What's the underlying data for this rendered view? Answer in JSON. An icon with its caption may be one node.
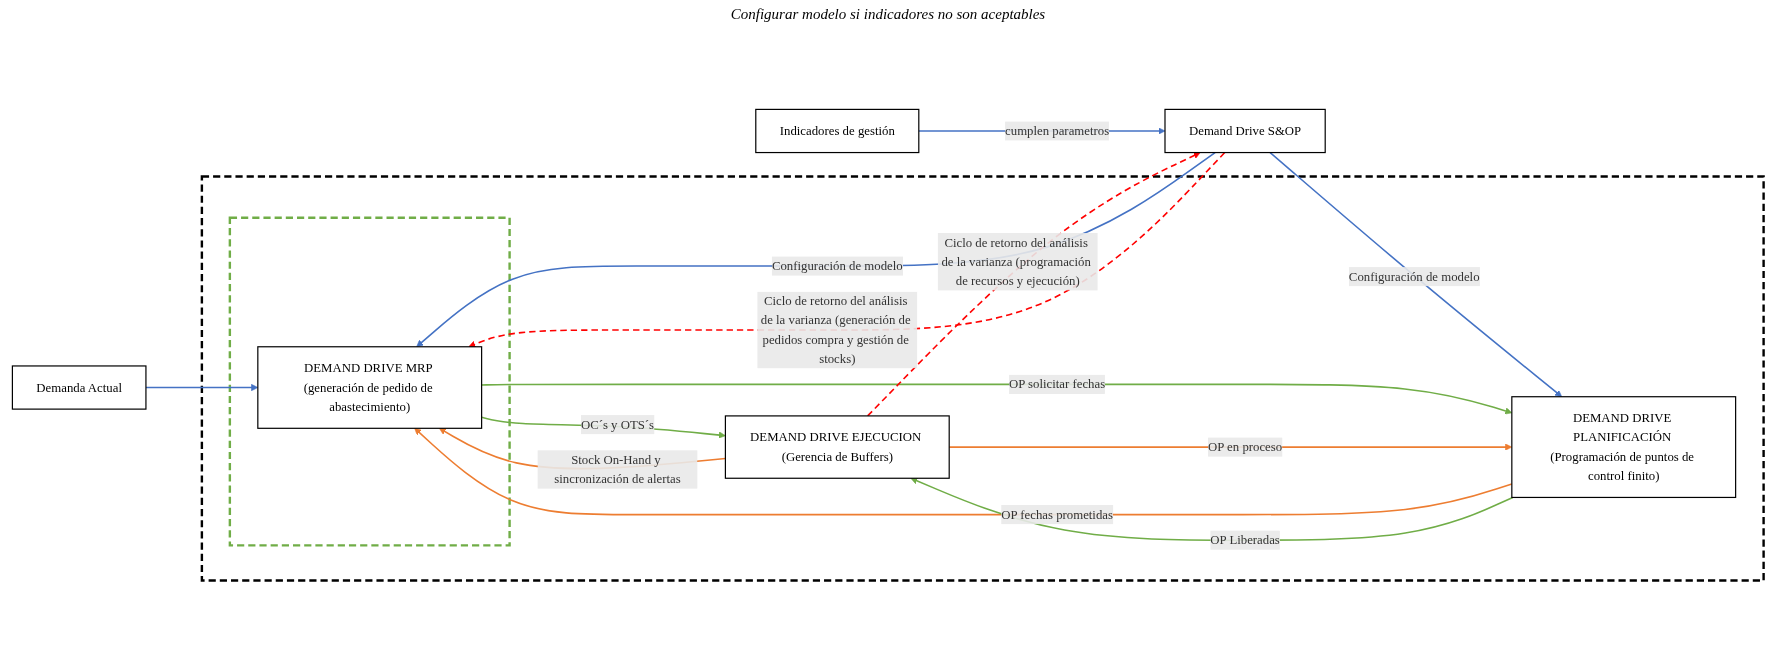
{
  "diagram": {
    "nodes": [
      {
        "text": [
          "Demanda Actual"
        ]
      },
      {
        "text": [],
        "shape": "box"
      },
      {
        "text": [],
        "shape": "box",
        "in": 1
      },
      {
        "text": [
          "DEMAND DRIVE MRP (generación de pedido de abastecimiento)"
        ],
        "in": 2
      },
      {
        "text": [
          "DEMAND DRIVE EJECUCION (Gerencia de Buffers)"
        ],
        "in": 1
      },
      {
        "text": [
          "DEMAND DRIVE PLANIFICACIÓN (Programación de puntos de control finito)"
        ],
        "in": 1
      },
      {
        "text": [
          "Demand Drive S&OP"
        ]
      },
      {
        "text": [
          "Indicadores de gestión"
        ]
      }
    ],
    "edges": [
      {
        "from": 0,
        "to": 3,
        "arrow": "to",
        "color": "#4472c4"
      },
      {
        "from": 6,
        "to": 3,
        "arrow": "to",
        "label": "Configuración de modelo",
        "color": "#4472c4"
      },
      {
        "from": 7,
        "to": 6,
        "arrow": "to",
        "label": "cumplen parametros",
        "color": "#4472c4"
      },
      {
        "from": 6,
        "to": 5,
        "arrow": "to",
        "label": "Configuración de modelo",
        "color": "#4472c4"
      },
      {
        "from": 4,
        "to": 3,
        "arrow": "to",
        "label": "Stock On-Hand y sincronización de alertas",
        "color": "#ed7d31"
      },
      {
        "from": 5,
        "to": 3,
        "arrow": "to",
        "label": "OP fechas prometidas",
        "color": "#ed7d31"
      },
      {
        "from": 3,
        "to": 4,
        "arrow": "to",
        "label": "OC´s y OTS´s",
        "color": "#70ad47"
      },
      {
        "from": 3,
        "to": 5,
        "arrow": "to",
        "label": "OP solicitar fechas",
        "color": "#70ad47"
      },
      {
        "from": 5,
        "to": 4,
        "arrow": "to",
        "label": "OP Liberadas",
        "color": "#70ad47"
      },
      {
        "from": 4,
        "to": 5,
        "arrow": "to",
        "label": "OP en proceso",
        "color": "#ed7d31"
      },
      {
        "from": 6,
        "to": 3,
        "arrow": "to",
        "label": "Ciclo de retorno del análisis de la varianza (generación de pedidos compra y gestión de stocks)",
        "style": "dashed",
        "color": "#ff0000"
      },
      {
        "from": 4,
        "to": 6,
        "arrow": "to",
        "label": "Ciclo de retorno del análisis de la varianza (programación de recursos y ejecución)",
        "style": "dashed",
        "color": "#ff0000"
      }
    ],
    "labels": [
      "Configurar modelo si indicadores no son aceptables"
    ]
  }
}
